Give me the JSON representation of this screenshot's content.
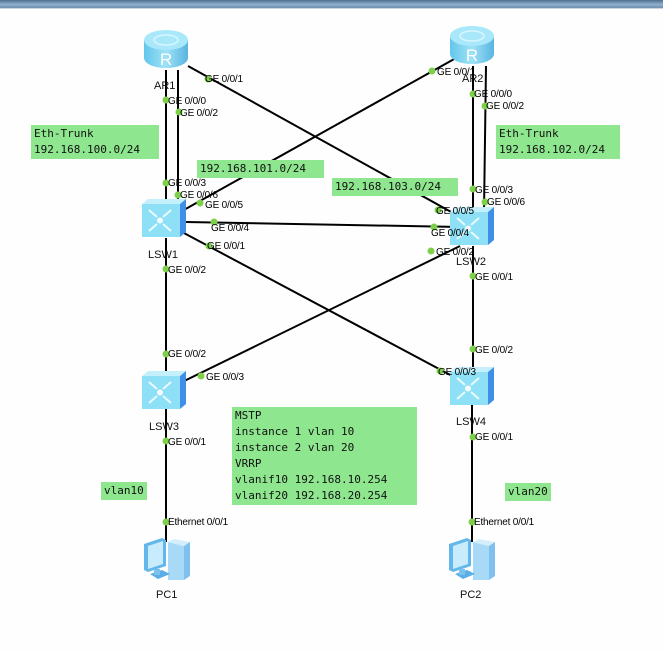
{
  "window": {
    "title_bar_color": "#6f8fae"
  },
  "colors": {
    "note_bg": "#8ee68e",
    "link": "#000000",
    "port_dot": "#7ed04a",
    "device_blue": "#6fd0f0"
  },
  "devices": {
    "ar1": {
      "name": "AR1",
      "type": "router"
    },
    "ar2": {
      "name": "AR2",
      "type": "router"
    },
    "lsw1": {
      "name": "LSW1",
      "type": "switch"
    },
    "lsw2": {
      "name": "LSW2",
      "type": "switch"
    },
    "lsw3": {
      "name": "LSW3",
      "type": "switch"
    },
    "lsw4": {
      "name": "LSW4",
      "type": "switch"
    },
    "pc1": {
      "name": "PC1",
      "type": "pc"
    },
    "pc2": {
      "name": "PC2",
      "type": "pc"
    }
  },
  "ports": {
    "ar1_g001": "GE 0/0/1",
    "ar1_g000": "GE 0/0/0",
    "ar1_g002": "GE 0/0/2",
    "ar2_g001": "GE 0/0/1",
    "ar2_g000": "GE 0/0/0",
    "ar2_g002": "GE 0/0/2",
    "lsw1_g003": "GE 0/0/3",
    "lsw1_g006": "GE 0/0/6",
    "lsw1_g005": "GE 0/0/5",
    "lsw1_g004": "GE 0/0/4",
    "lsw1_g001": "GE 0/0/1",
    "lsw1_g002": "GE 0/0/2",
    "lsw2_g003": "GE 0/0/3",
    "lsw2_g006": "GE 0/0/6",
    "lsw2_g005": "GE 0/0/5",
    "lsw2_g004": "GE 0/0/4",
    "lsw2_g002": "GE 0/0/2",
    "lsw2_g001": "GE 0/0/1",
    "lsw3_g002": "GE 0/0/2",
    "lsw3_g003": "GE 0/0/3",
    "lsw3_g001": "GE 0/0/1",
    "lsw4_g002": "GE 0/0/2",
    "lsw4_g003": "GE 0/0/3",
    "lsw4_g001": "GE 0/0/1",
    "pc1_e001": "Ethernet 0/0/1",
    "pc2_e001": "Ethernet 0/0/1"
  },
  "links": [
    {
      "from": "AR1 GE 0/0/0",
      "to": "LSW1 GE 0/0/3"
    },
    {
      "from": "AR1 GE 0/0/2",
      "to": "LSW1 GE 0/0/6"
    },
    {
      "from": "AR1 GE 0/0/1",
      "to": "LSW2 GE 0/0/5"
    },
    {
      "from": "AR2 GE 0/0/1",
      "to": "LSW1 GE 0/0/5"
    },
    {
      "from": "AR2 GE 0/0/0",
      "to": "LSW2 GE 0/0/3"
    },
    {
      "from": "AR2 GE 0/0/2",
      "to": "LSW2 GE 0/0/6"
    },
    {
      "from": "LSW1 GE 0/0/4",
      "to": "LSW2 GE 0/0/4"
    },
    {
      "from": "LSW1 GE 0/0/1",
      "to": "LSW4 GE 0/0/3"
    },
    {
      "from": "LSW1 GE 0/0/2",
      "to": "LSW3 GE 0/0/2"
    },
    {
      "from": "LSW2 GE 0/0/2",
      "to": "LSW3 GE 0/0/3"
    },
    {
      "from": "LSW2 GE 0/0/1",
      "to": "LSW4 GE 0/0/2"
    },
    {
      "from": "LSW3 GE 0/0/1",
      "to": "PC1 Ethernet 0/0/1"
    },
    {
      "from": "LSW4 GE 0/0/1",
      "to": "PC2 Ethernet 0/0/1"
    }
  ],
  "notes": {
    "trunk_left": "Eth-Trunk\n192.168.100.0/24",
    "trunk_right": "Eth-Trunk\n192.168.102.0/24",
    "net_101": "192.168.101.0/24",
    "net_103": "192.168.103.0/24",
    "config": "MSTP\ninstance 1 vlan 10\ninstance 2 vlan 20\nVRRP\nvlanif10 192.168.10.254\nvlanif20 192.168.20.254",
    "vlan10": "vlan10",
    "vlan20": "vlan20"
  }
}
